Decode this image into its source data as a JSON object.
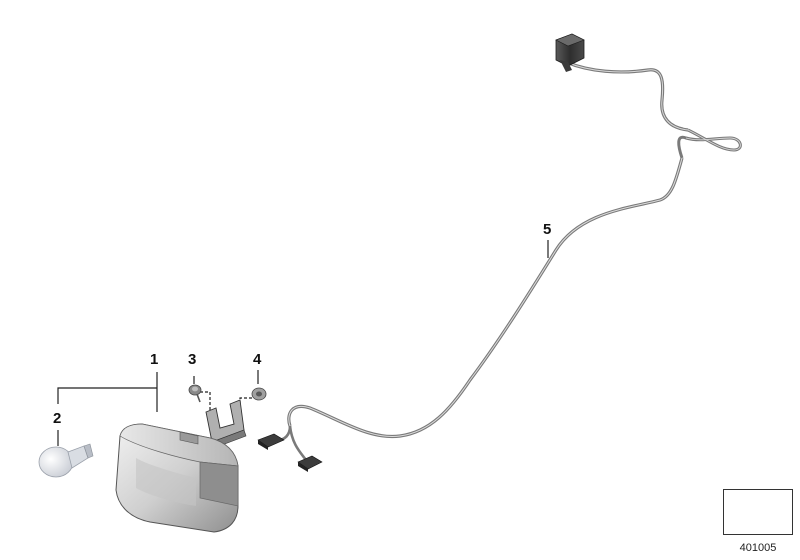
{
  "callouts": {
    "part_1": "1",
    "part_2": "2",
    "part_3": "3",
    "part_4": "4",
    "part_5": "5"
  },
  "diagram_number": "401005",
  "icons": {
    "reference": "3d-arrow-sheet-icon"
  },
  "colors": {
    "line": "#222222",
    "cable": "#8a8a8a",
    "housing_light": "#e4e4e4",
    "housing_dark": "#9a9a9a",
    "connector": "#3a3a3a",
    "bulb": "#eef0f4"
  }
}
